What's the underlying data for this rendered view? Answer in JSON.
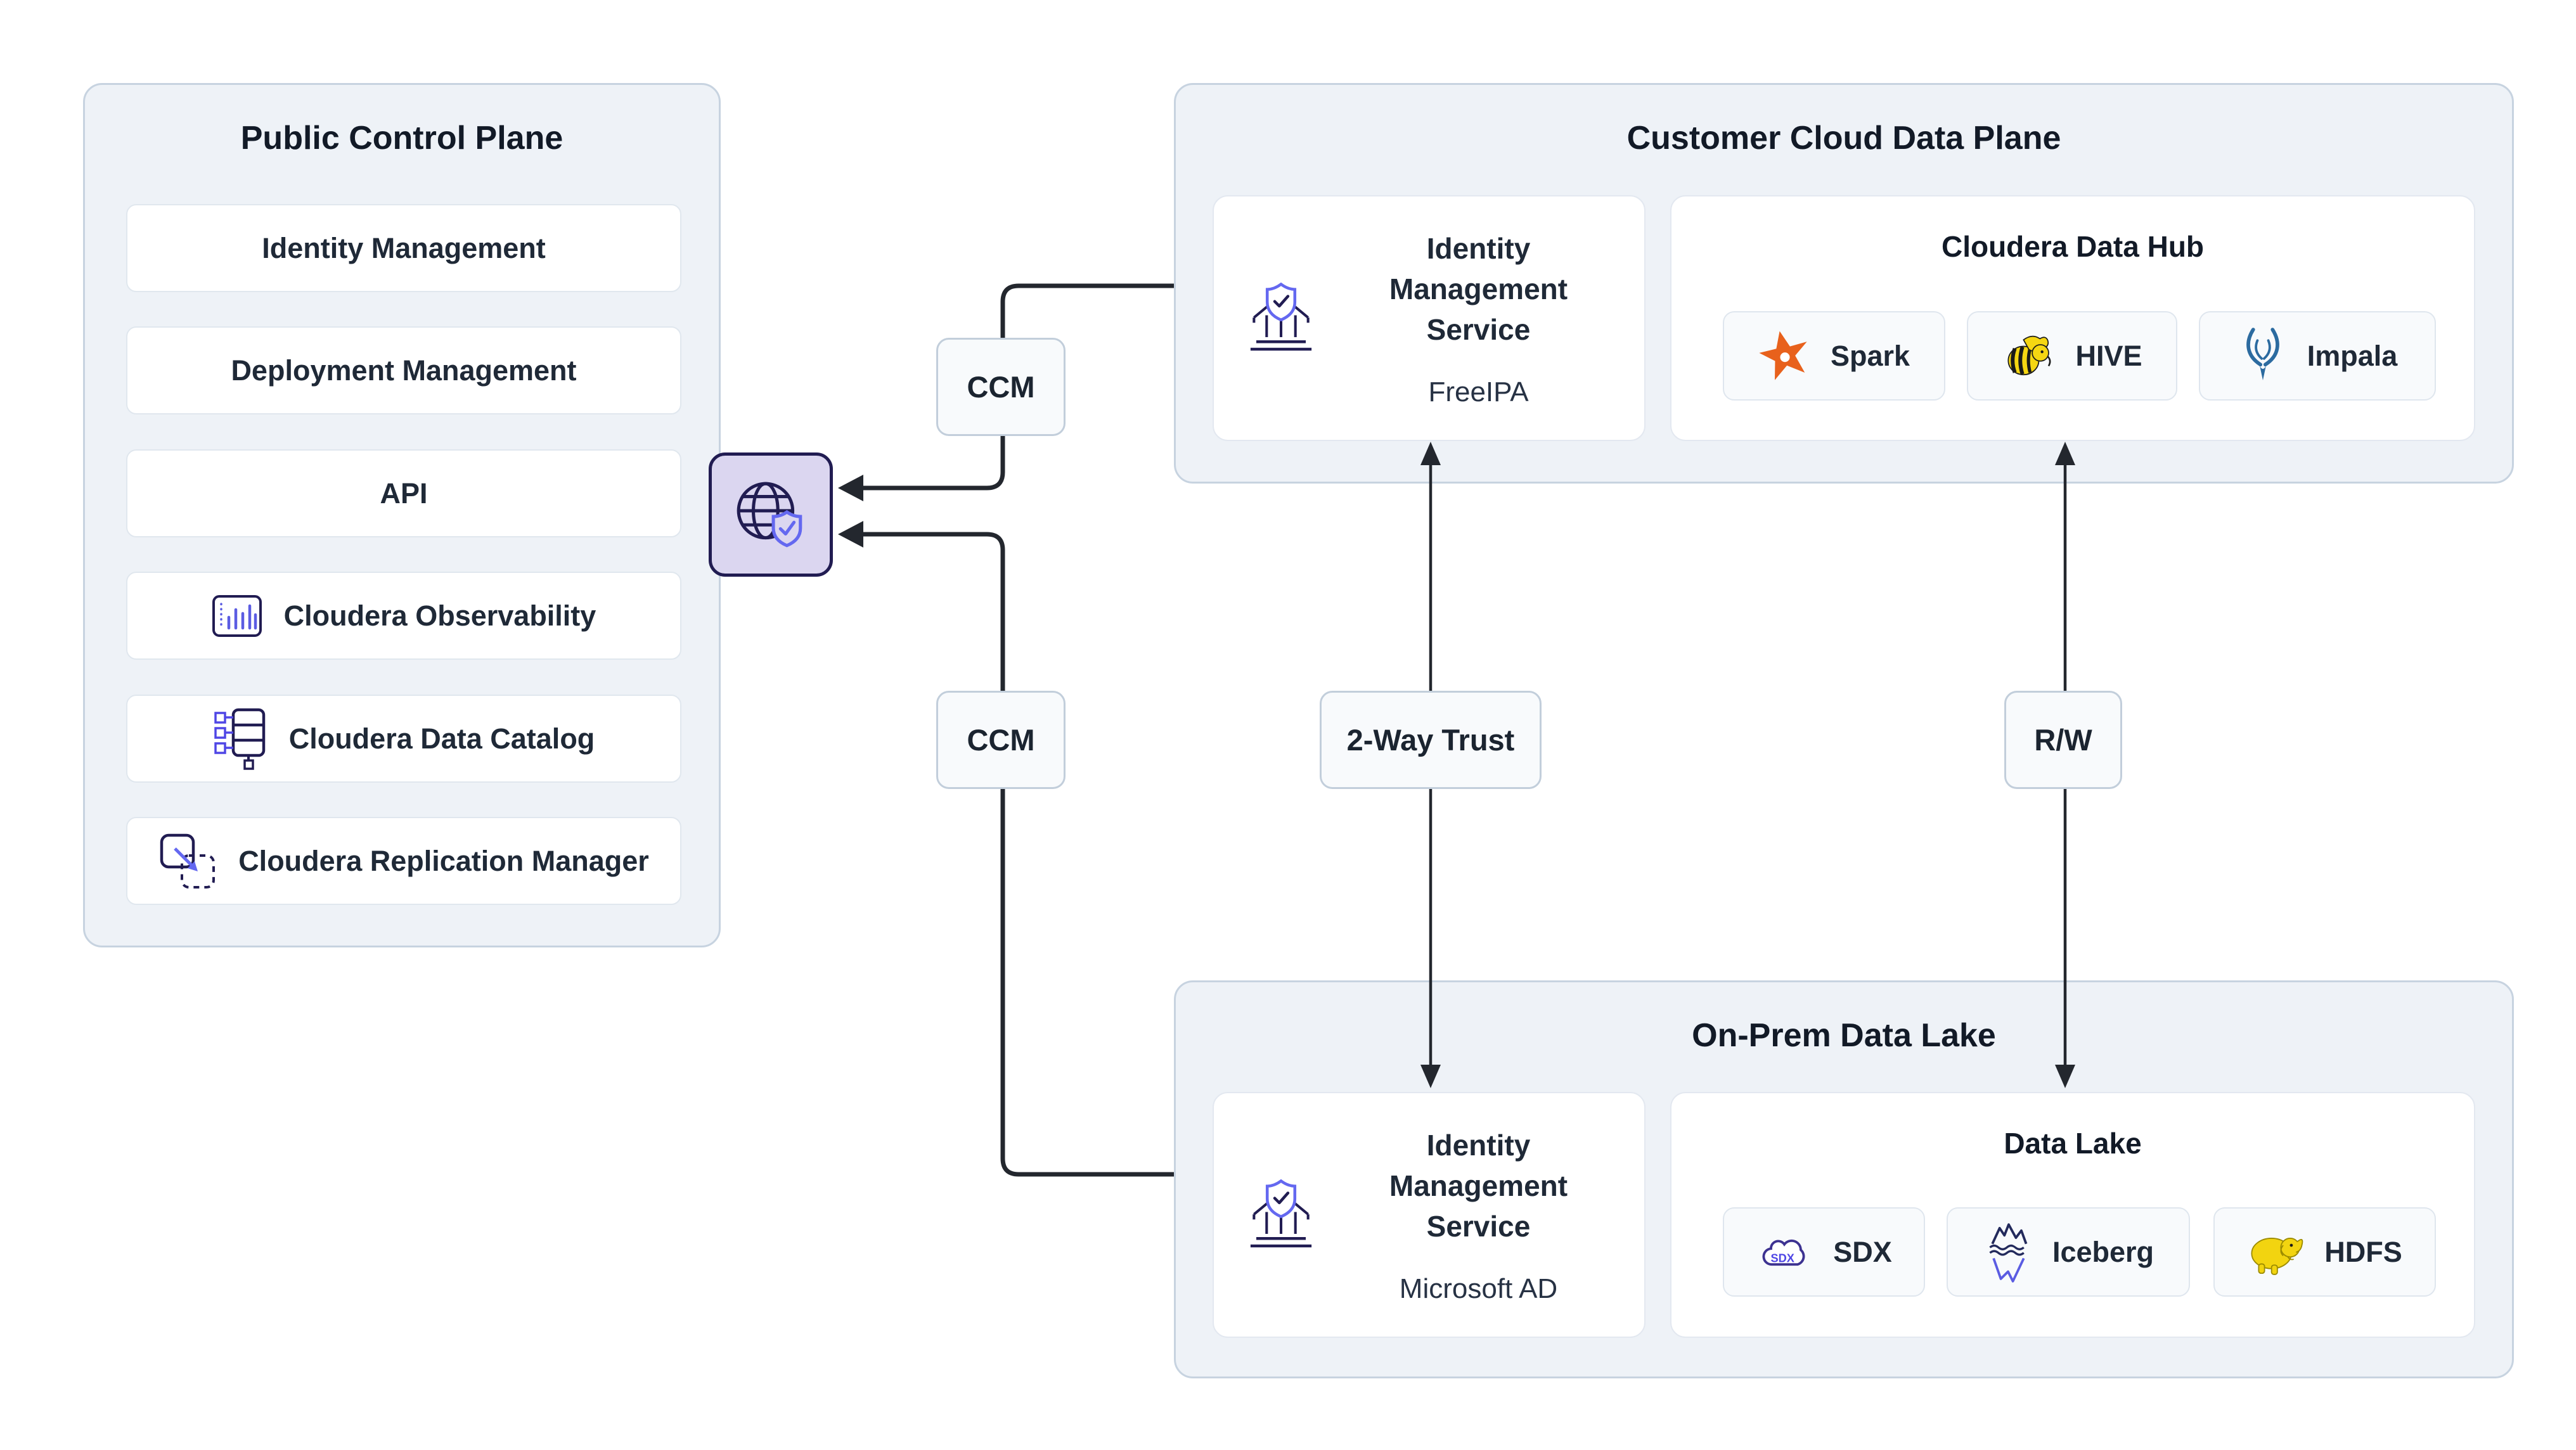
{
  "public_panel": {
    "title": "Public Control Plane",
    "items": [
      {
        "label": "Identity Management",
        "icon": null
      },
      {
        "label": "Deployment Management",
        "icon": null
      },
      {
        "label": "API",
        "icon": null
      },
      {
        "label": "Cloudera Observability",
        "icon": "bar-chart-panel-icon"
      },
      {
        "label": "Cloudera Data Catalog",
        "icon": "database-catalog-icon"
      },
      {
        "label": "Cloudera Replication Manager",
        "icon": "replication-copy-arrow-icon"
      }
    ]
  },
  "cloud_panel": {
    "title": "Customer Cloud Data Plane",
    "identity_box": {
      "title": "Identity Management Service",
      "subtitle": "FreeIPA",
      "icon": "bank-shield-icon"
    },
    "data_hub": {
      "title": "Cloudera Data Hub",
      "chips": [
        {
          "label": "Spark",
          "icon": "spark-star-icon",
          "color": "#e8611c"
        },
        {
          "label": "HIVE",
          "icon": "hive-bee-icon",
          "color": "#f5d612"
        },
        {
          "label": "Impala",
          "icon": "impala-antlers-icon",
          "color": "#2c6ba0"
        }
      ]
    }
  },
  "onprem_panel": {
    "title": "On-Prem Data Lake",
    "identity_box": {
      "title": "Identity Management Service",
      "subtitle": "Microsoft AD",
      "icon": "bank-shield-icon"
    },
    "data_lake": {
      "title": "Data Lake",
      "chips": [
        {
          "label": "SDX",
          "icon": "sdx-cloud-icon",
          "icon_text": "SDX",
          "color": "#4f46e5"
        },
        {
          "label": "Iceberg",
          "icon": "iceberg-icon",
          "color": "#5b5ce2"
        },
        {
          "label": "HDFS",
          "icon": "hdfs-elephant-icon",
          "color": "#f2d410"
        }
      ]
    }
  },
  "connectors": {
    "ccm_top_label": "CCM",
    "ccm_bottom_label": "CCM",
    "trust_label": "2-Way Trust",
    "rw_label": "R/W",
    "gateway_icon": "globe-shield-icon",
    "line_color": "#23272e"
  },
  "colors": {
    "panel_bg": "#eef2f7",
    "panel_border": "#c7d3e0",
    "box_bg": "#ffffff",
    "chip_bg": "#f8fafc",
    "gateway_bg": "#dbd6f0",
    "gateway_border": "#211c52",
    "accent_indigo": "#5b5ce2",
    "accent_dark_navy": "#211c52",
    "text_dark": "#1f2937"
  }
}
